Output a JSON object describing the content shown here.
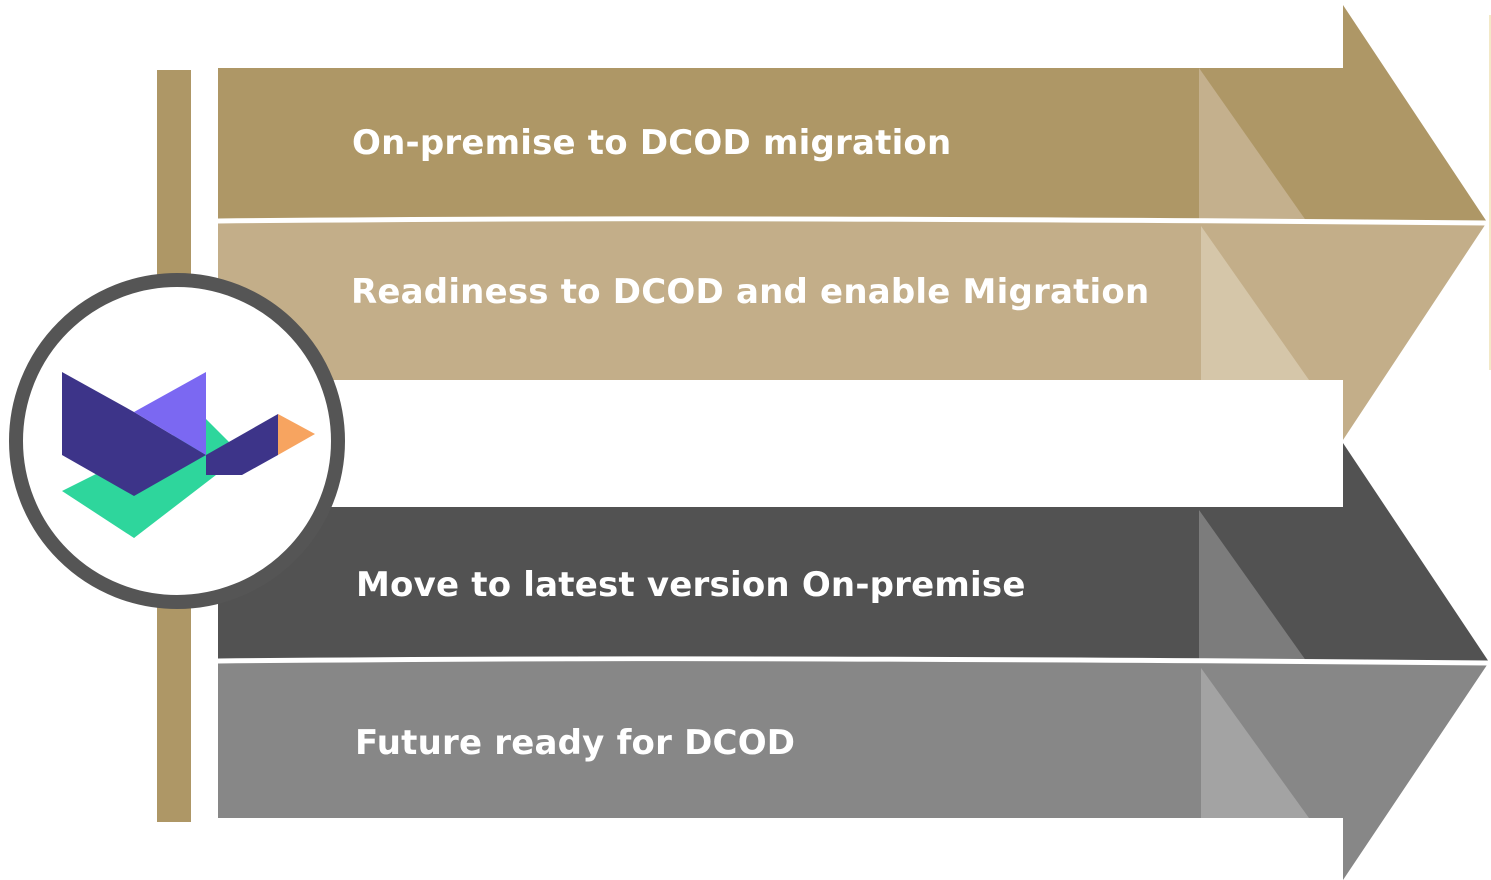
{
  "diagram": {
    "arrows": [
      {
        "id": "top",
        "bands": [
          {
            "label": "On-premise to DCOD migration",
            "color": "#ae9766",
            "fold_color": "#c4b08d"
          },
          {
            "label": "Readiness to DCOD and enable Migration",
            "color": "#c3ae89",
            "fold_color": "#d5c6a9"
          }
        ]
      },
      {
        "id": "bottom",
        "bands": [
          {
            "label": "Move to latest version On-premise",
            "color": "#525252",
            "fold_color": "#7c7c7c"
          },
          {
            "label": "Future ready for DCOD",
            "color": "#878787",
            "fold_color": "#a3a3a3"
          }
        ]
      }
    ],
    "timeline_bar_color": "#ae9766",
    "logo": {
      "icon": "brand-logo-icon",
      "ring_color": "#555555",
      "colors": {
        "dark_purple": "#3d3489",
        "light_purple": "#7b68f2",
        "green": "#2ed69c",
        "orange": "#f7a460"
      }
    }
  }
}
